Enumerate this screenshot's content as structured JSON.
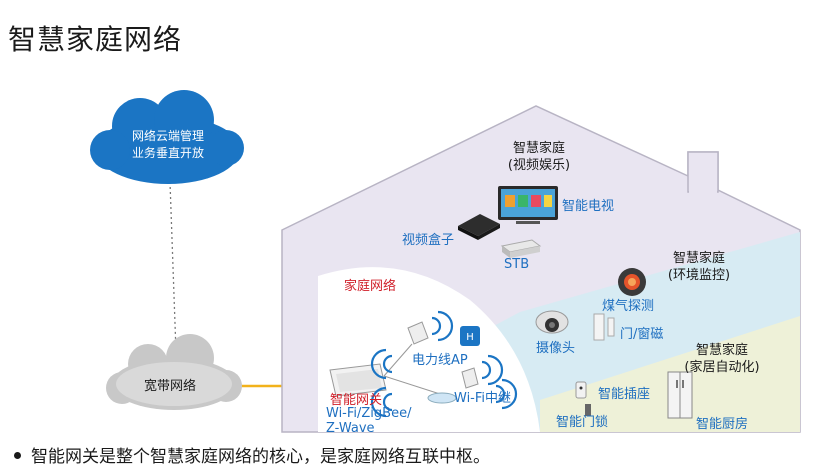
{
  "title": "智慧家庭网络",
  "cloud": {
    "line1": "网络云端管理",
    "line2": "业务垂直开放"
  },
  "broadband": "宽带网络",
  "roof_zone": {
    "line1": "智慧家庭",
    "line2": "(视频娱乐)"
  },
  "env_zone": {
    "line1": "智慧家庭",
    "line2": "(环境监控)"
  },
  "auto_zone": {
    "line1": "智慧家庭",
    "line2": "(家居自动化)"
  },
  "home_network": "家庭网络",
  "devices": {
    "tv": "智能电视",
    "video_box": "视频盒子",
    "stb": "STB",
    "gas": "煤气探测",
    "camera": "摄像头",
    "door_sensor": "门/窗磁",
    "powerline_ap": "电力线AP",
    "wifi_repeater": "Wi-Fi中继",
    "gateway": "智能网关",
    "gateway_protocols": {
      "line1": "Wi-Fi/ZigBee/",
      "line2": "Z-Wave"
    },
    "smart_plug": "智能插座",
    "smart_lock": "智能门锁",
    "smart_kitchen": "智能厨房"
  },
  "bullet": "智能网关是整个智慧家庭网络的核心，是家庭网络互联中枢。",
  "colors": {
    "blue_text": "#1e6fc0",
    "red_text": "#d0202a",
    "cloud": "#1b75c4",
    "roof": "#e9e5f1",
    "env": "#d7ebf3",
    "auto": "#eef1d8",
    "link": "#f2b21b"
  }
}
